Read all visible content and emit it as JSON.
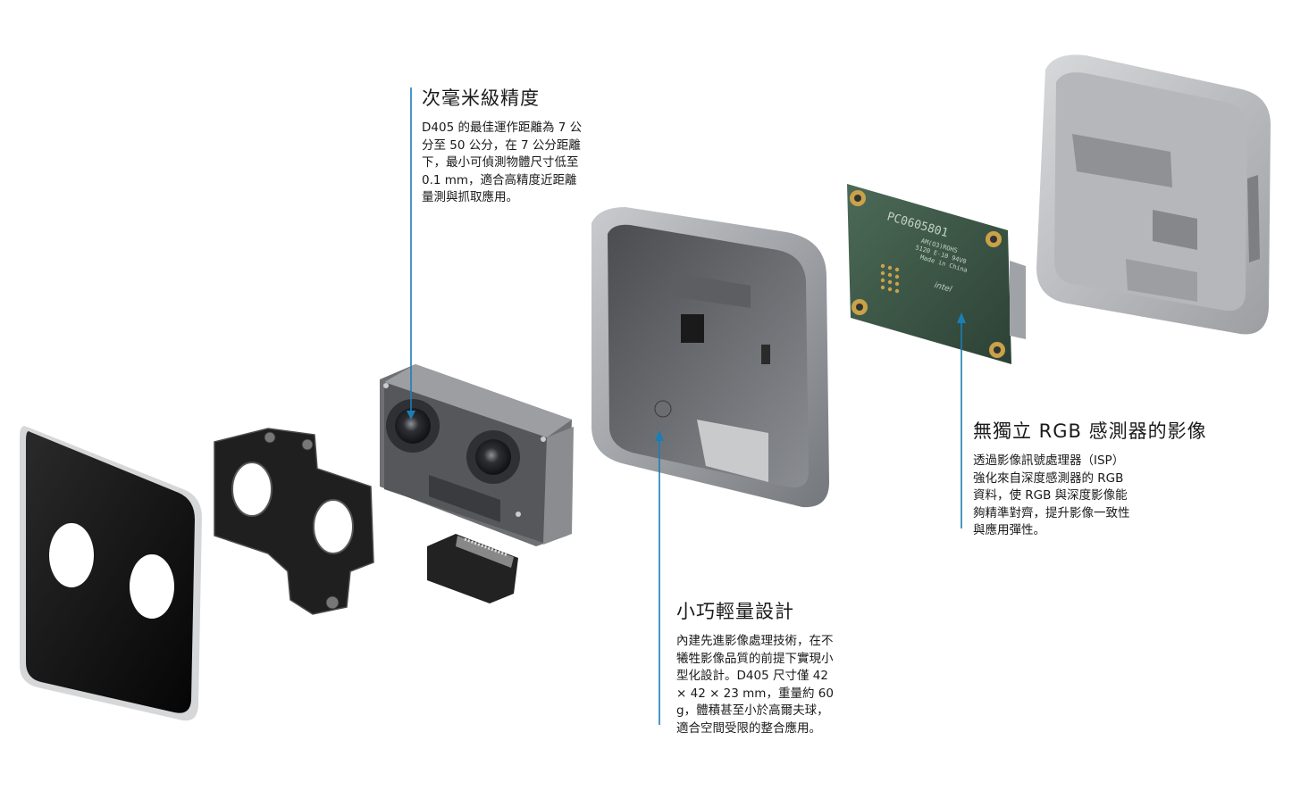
{
  "callouts": {
    "precision": {
      "title": "次毫米級精度",
      "body": "D405 的最佳運作距離為 7 公\n分至 50 公分，在 7 公分距離\n下，最小可偵測物體尺寸低至\n0.1 mm，適合高精度近距離\n量測與抓取應用。"
    },
    "isp": {
      "title": "無獨立 RGB 感測器的影像",
      "body": "透過影像訊號處理器（ISP）\n強化來自深度感測器的 RGB\n資料，使 RGB 與深度影像能\n夠精準對齊，提升影像一致性\n與應用彈性。"
    },
    "compact": {
      "title": "小巧輕量設計",
      "body": "內建先進影像處理技術，在不\n犧牲影像品質的前提下實現小\n型化設計。D405 尺寸僅 42\n× 42 × 23 mm，重量約 60\ng，體積甚至小於高爾夫球，\n適合空間受限的整合應用。"
    }
  },
  "board_markings": {
    "part_number": "PC0605801",
    "line2": "AM(O3)ROHS",
    "line3": "5120 E-10 94V0",
    "line4": "Made in China",
    "logo": "intel"
  },
  "colors": {
    "leader_line": "#1a7fb6",
    "housing_metal": "#a9acb0",
    "pcb": "#3e5a49"
  }
}
